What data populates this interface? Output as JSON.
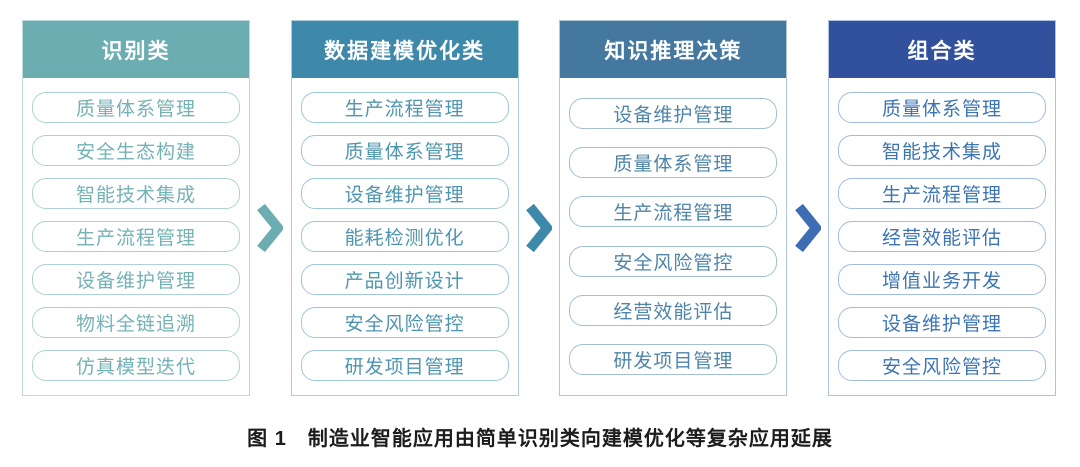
{
  "caption": "图 1　制造业智能应用由简单识别类向建模优化等复杂应用延展",
  "arrows": [
    {
      "icon": "chevron-right-icon",
      "color": "#6cadb1"
    },
    {
      "icon": "chevron-right-icon",
      "color": "#3e89a9"
    },
    {
      "icon": "chevron-right-icon",
      "color": "#3e6db4"
    }
  ],
  "columns": [
    {
      "header": "识别类",
      "colors": {
        "header_bg": "#6cadb1",
        "item_text": "#74b2b6",
        "item_border": "#add2d4",
        "box_border": "#bcdadc"
      },
      "items": [
        "质量体系管理",
        "安全生态构建",
        "智能技术集成",
        "生产流程管理",
        "设备维护管理",
        "物料全链追溯",
        "仿真模型迭代"
      ]
    },
    {
      "header": "数据建模优化类",
      "colors": {
        "header_bg": "#3e89a9",
        "item_text": "#4e95af",
        "item_border": "#9fc7d6",
        "box_border": "#abcedb"
      },
      "items": [
        "生产流程管理",
        "质量体系管理",
        "设备维护管理",
        "能耗检测优化",
        "产品创新设计",
        "安全风险管控",
        "研发项目管理"
      ]
    },
    {
      "header": "知识推理决策",
      "colors": {
        "header_bg": "#44789f",
        "item_text": "#4f85a8",
        "item_border": "#a3c0d2",
        "box_border": "#b0c9d8"
      },
      "items": [
        "设备维护管理",
        "质量体系管理",
        "生产流程管理",
        "安全风险管控",
        "经营效能评估",
        "研发项目管理"
      ]
    },
    {
      "header": "组合类",
      "colors": {
        "header_bg": "#31519d",
        "item_text": "#3c74b4",
        "item_border": "#a2bce0",
        "box_border": "#afc3e4"
      },
      "items": [
        "质量体系管理",
        "智能技术集成",
        "生产流程管理",
        "经营效能评估",
        "增值业务开发",
        "设备维护管理",
        "安全风险管控"
      ]
    }
  ]
}
